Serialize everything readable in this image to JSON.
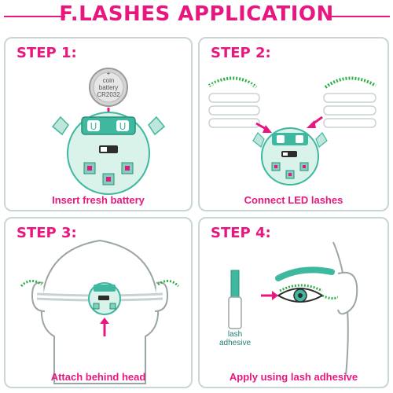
{
  "title": "F.LASHES APPLICATION",
  "steps": [
    {
      "label": "STEP 1:",
      "caption": "Insert fresh battery"
    },
    {
      "label": "STEP 2:",
      "caption": "Connect LED lashes"
    },
    {
      "label": "STEP 3:",
      "caption": "Attach behind head"
    },
    {
      "label": "STEP 4:",
      "caption": "Apply using lash adhesive"
    }
  ],
  "battery": {
    "plus": "+",
    "line1": "coin",
    "line2": "battery",
    "line3": "CR2032"
  },
  "adhesive_label": {
    "line1": "lash",
    "line2": "adhesive"
  },
  "colors": {
    "accent": "#e8177f",
    "teal": "#3fb8a0",
    "mint": "#d9f2ea",
    "led_green": "#2fae4a",
    "panel_border": "#c9d6d6"
  }
}
